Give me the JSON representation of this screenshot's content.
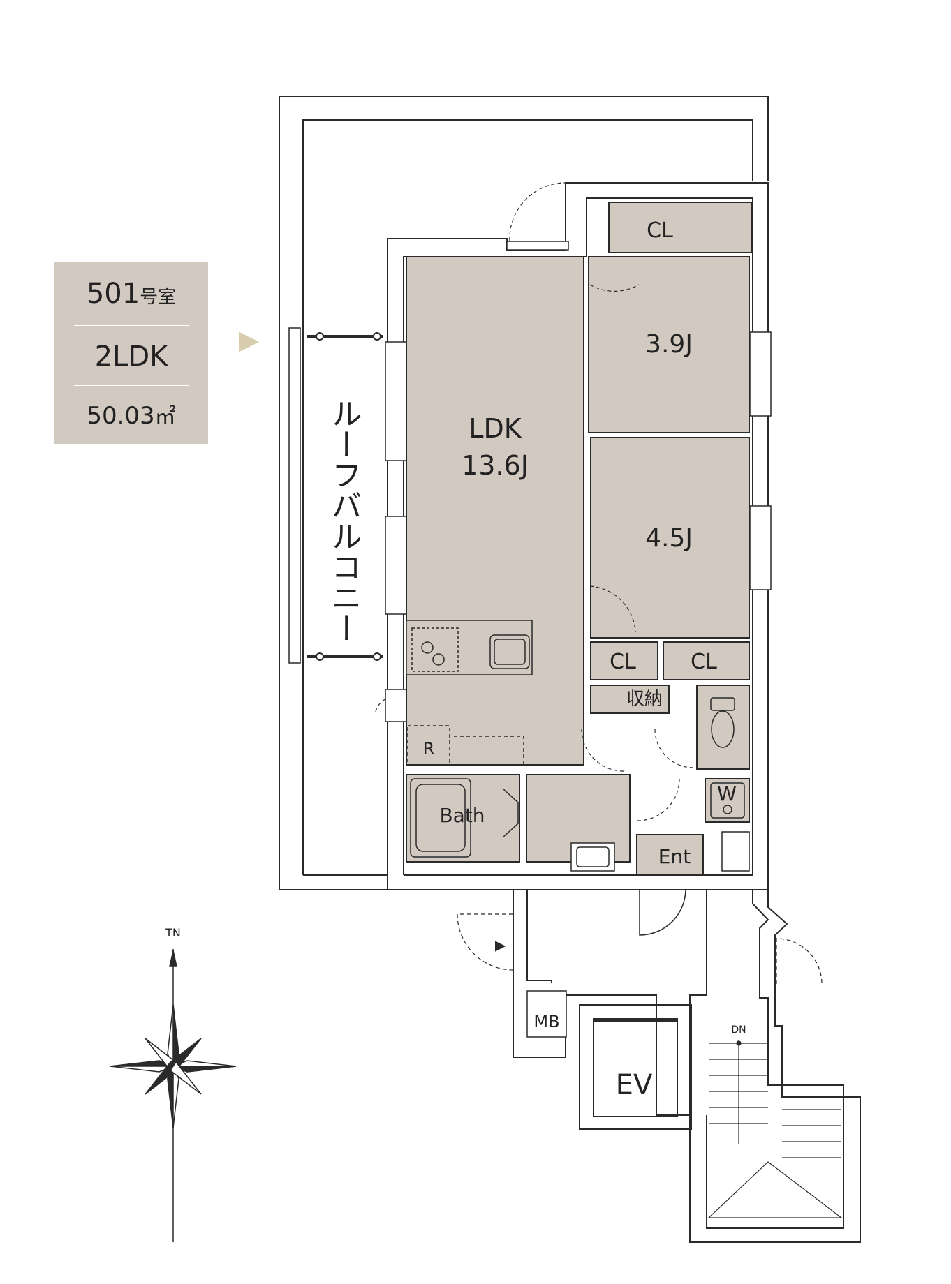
{
  "unit": {
    "room_number": "501",
    "room_suffix": "号室",
    "layout_type": "2LDK",
    "area_value": "50.03",
    "area_unit": "㎡"
  },
  "rooms": {
    "ldk_name": "LDK",
    "ldk_size": "13.6J",
    "room1_size": "3.9J",
    "room2_size": "4.5J",
    "closet_top": "CL",
    "closet_left": "CL",
    "closet_right": "CL",
    "storage": "収納",
    "bath": "Bath",
    "washer": "W",
    "entrance": "Ent",
    "refrigerator": "R",
    "meter_box": "MB",
    "elevator": "EV",
    "stairs_down": "DN",
    "balcony": "ルーフバルコニー"
  },
  "compass": {
    "north_label": "TN"
  },
  "colors": {
    "room_fill": "#d2c9c1",
    "wall": "#2a2a2a",
    "arrow": "#d9cdb0"
  }
}
